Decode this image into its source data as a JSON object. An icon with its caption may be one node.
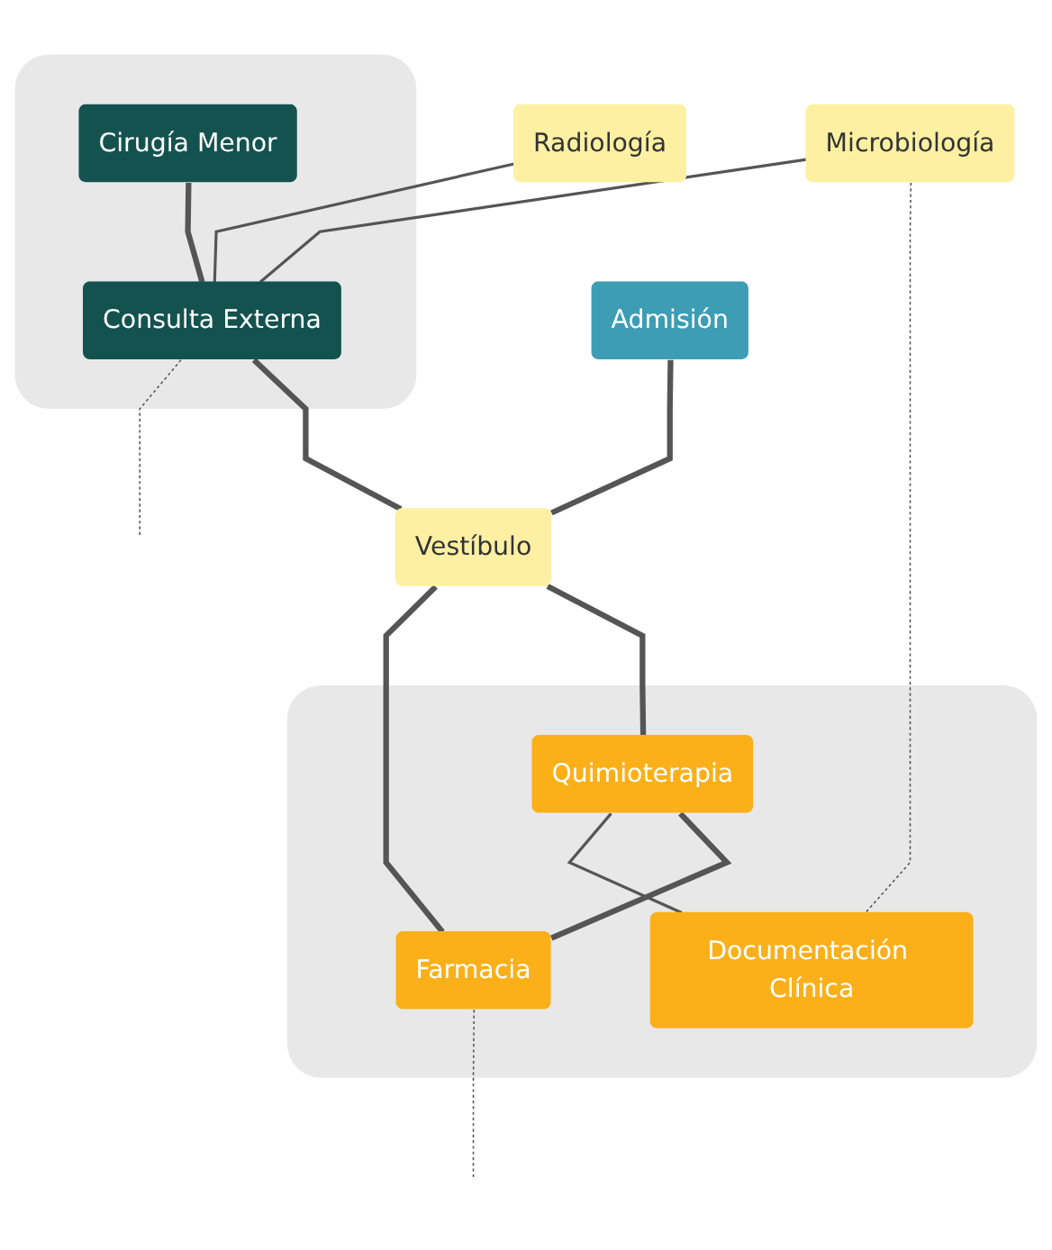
{
  "diagram": {
    "nodes": [
      {
        "text": [],
        "shape": "box"
      },
      {
        "text": [
          "Radiología"
        ]
      },
      {
        "text": [
          "Cirugía Menor"
        ],
        "in": 0
      },
      {
        "text": [
          "Microbiología"
        ]
      },
      {
        "text": [
          "Consulta Externa"
        ],
        "in": 0
      },
      {
        "text": [
          "Admisión"
        ]
      },
      {
        "text": [
          "Vestíbulo"
        ]
      },
      {
        "text": [],
        "shape": "box"
      },
      {
        "text": [
          "Quimioterapia"
        ],
        "in": 7
      },
      {
        "text": [
          "Farmacia"
        ],
        "in": 7
      },
      {
        "text": [
          "Documentación Clínica"
        ],
        "in": 7
      }
    ],
    "edges": [
      {
        "from": 1,
        "to": 4,
        "arrow": "none"
      },
      {
        "from": 3,
        "to": 4,
        "arrow": "none"
      },
      {
        "from": 2,
        "to": 4,
        "arrow": "none",
        "style": "thick"
      },
      {
        "from": 4,
        "to": 6,
        "arrow": "none",
        "style": "thick"
      },
      {
        "from": 5,
        "to": 6,
        "arrow": "none",
        "style": "thick"
      },
      {
        "from": 6,
        "to": 8,
        "arrow": "none",
        "style": "thick"
      },
      {
        "from": 6,
        "to": 9,
        "arrow": "none",
        "style": "thick"
      },
      {
        "from": 8,
        "to": 9,
        "arrow": "none",
        "style": "thick"
      },
      {
        "from": 8,
        "to": 10,
        "arrow": "none"
      },
      {
        "from": 3,
        "to": 10,
        "arrow": "none",
        "style": "dashed"
      },
      {
        "from": 4,
        "to": null,
        "arrow": "none",
        "style": "dashed"
      },
      {
        "from": 9,
        "to": null,
        "arrow": "none",
        "style": "dashed"
      }
    ]
  }
}
